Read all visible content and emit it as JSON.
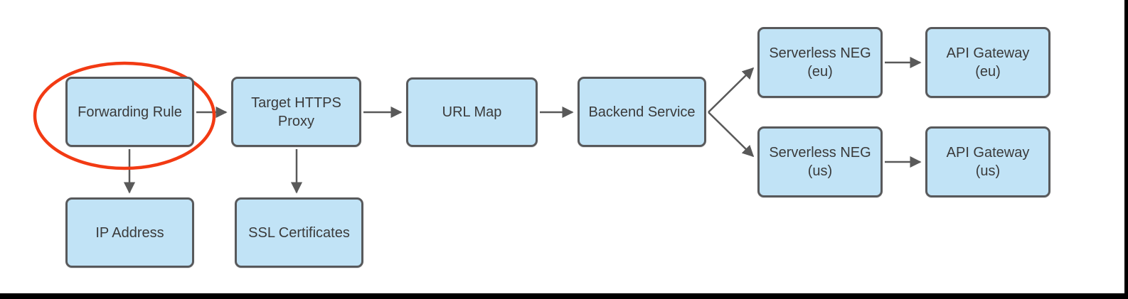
{
  "diagram": {
    "type": "flowchart",
    "nodes": {
      "forwarding_rule": {
        "label": "Forwarding Rule"
      },
      "target_https_proxy": {
        "label": "Target HTTPS\nProxy"
      },
      "url_map": {
        "label": "URL Map"
      },
      "backend_service": {
        "label": "Backend Service"
      },
      "serverless_neg_eu": {
        "label": "Serverless NEG\n(eu)"
      },
      "api_gateway_eu": {
        "label": "API Gateway\n(eu)"
      },
      "serverless_neg_us": {
        "label": "Serverless NEG\n(us)"
      },
      "api_gateway_us": {
        "label": "API Gateway\n(us)"
      },
      "ip_address": {
        "label": "IP Address"
      },
      "ssl_certificates": {
        "label": "SSL Certificates"
      }
    },
    "edges": [
      {
        "from": "Forwarding Rule",
        "to": "Target HTTPS Proxy"
      },
      {
        "from": "Forwarding Rule",
        "to": "IP Address"
      },
      {
        "from": "Target HTTPS Proxy",
        "to": "URL Map"
      },
      {
        "from": "Target HTTPS Proxy",
        "to": "SSL Certificates"
      },
      {
        "from": "URL Map",
        "to": "Backend Service"
      },
      {
        "from": "Backend Service",
        "to": "Serverless NEG (eu)"
      },
      {
        "from": "Backend Service",
        "to": "Serverless NEG (us)"
      },
      {
        "from": "Serverless NEG (eu)",
        "to": "API Gateway (eu)"
      },
      {
        "from": "Serverless NEG (us)",
        "to": "API Gateway (us)"
      }
    ],
    "annotation": {
      "type": "ellipse-highlight",
      "target": "Forwarding Rule",
      "color": "#f23a13"
    },
    "colors": {
      "node_fill": "#c1e3f6",
      "node_border": "#58595b",
      "arrow": "#595959",
      "text": "#3a3a3a",
      "highlight": "#f23a13",
      "frame": "#000000"
    }
  }
}
